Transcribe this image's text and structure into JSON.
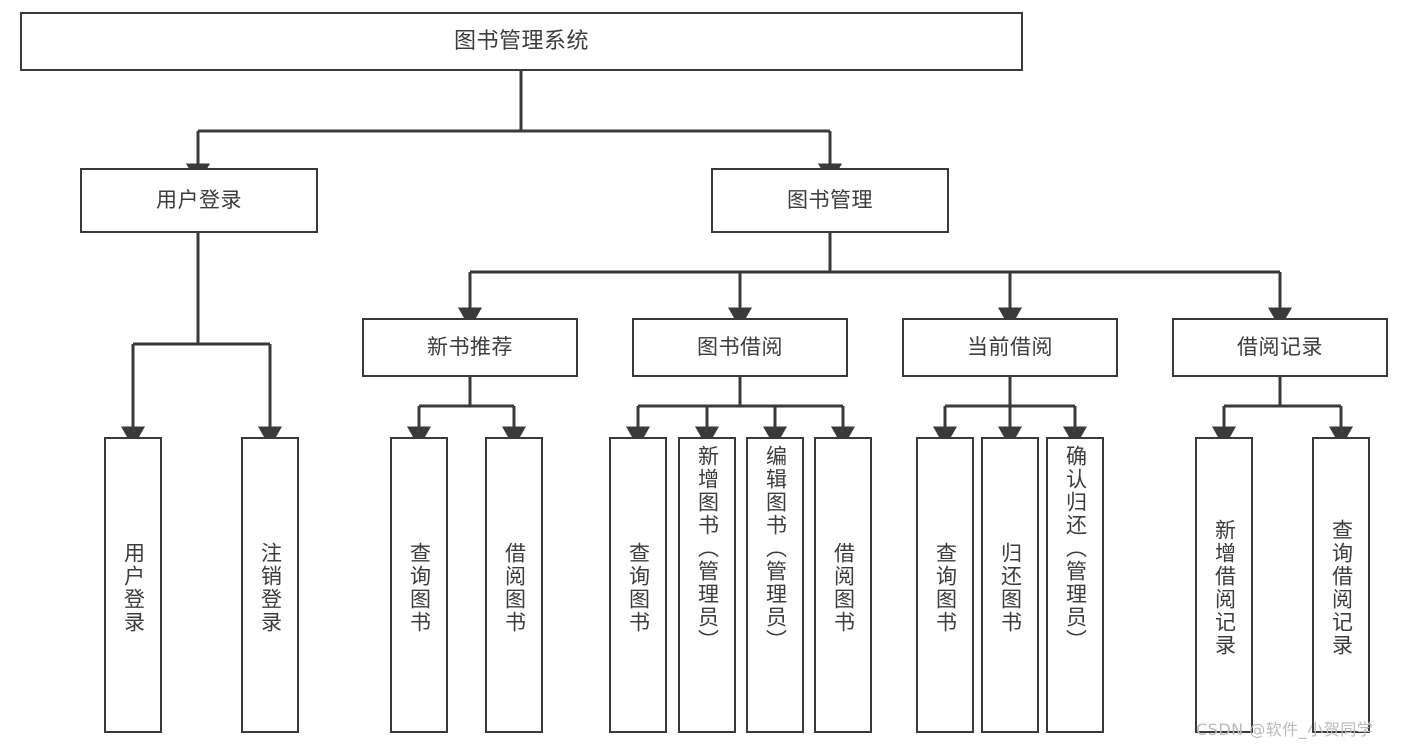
{
  "diagram": {
    "type": "tree",
    "title": "图书管理系统",
    "style": {
      "box_border_color": "#3a3a3a",
      "box_fill": "#ffffff",
      "text_color": "#3c3c3c",
      "line_color": "#3a3a3a",
      "background": "#ffffff"
    },
    "root": {
      "id": "root",
      "label": "图书管理系统",
      "orientation": "horizontal"
    },
    "level1": [
      {
        "id": "user-login",
        "label": "用户登录",
        "orientation": "horizontal"
      },
      {
        "id": "book-manage",
        "label": "图书管理",
        "orientation": "horizontal"
      }
    ],
    "level2": [
      {
        "id": "new-book-recommend",
        "label": "新书推荐",
        "parent": "book-manage",
        "orientation": "horizontal"
      },
      {
        "id": "book-borrow",
        "label": "图书借阅",
        "parent": "book-manage",
        "orientation": "horizontal"
      },
      {
        "id": "current-borrow",
        "label": "当前借阅",
        "parent": "book-manage",
        "orientation": "horizontal"
      },
      {
        "id": "borrow-record",
        "label": "借阅记录",
        "parent": "book-manage",
        "orientation": "horizontal"
      }
    ],
    "leaves": [
      {
        "id": "leaf-user-login",
        "label": "用户登录",
        "parent": "user-login",
        "orientation": "vertical"
      },
      {
        "id": "leaf-user-logout",
        "label": "注销登录",
        "parent": "user-login",
        "orientation": "vertical"
      },
      {
        "id": "leaf-query-book-1",
        "label": "查询图书",
        "parent": "new-book-recommend",
        "orientation": "vertical"
      },
      {
        "id": "leaf-borrow-book-1",
        "label": "借阅图书",
        "parent": "new-book-recommend",
        "orientation": "vertical"
      },
      {
        "id": "leaf-query-book-2",
        "label": "查询图书",
        "parent": "book-borrow",
        "orientation": "vertical"
      },
      {
        "id": "leaf-add-book",
        "label": "新增图书（管理员）",
        "parent": "book-borrow",
        "orientation": "vertical"
      },
      {
        "id": "leaf-edit-book",
        "label": "编辑图书（管理员）",
        "parent": "book-borrow",
        "orientation": "vertical"
      },
      {
        "id": "leaf-borrow-book-2",
        "label": "借阅图书",
        "parent": "book-borrow",
        "orientation": "vertical"
      },
      {
        "id": "leaf-query-book-3",
        "label": "查询图书",
        "parent": "current-borrow",
        "orientation": "vertical"
      },
      {
        "id": "leaf-return-book",
        "label": "归还图书",
        "parent": "current-borrow",
        "orientation": "vertical"
      },
      {
        "id": "leaf-confirm-return",
        "label": "确认归还（管理员）",
        "parent": "current-borrow",
        "orientation": "vertical"
      },
      {
        "id": "leaf-add-record",
        "label": "新增借阅记录",
        "parent": "borrow-record",
        "orientation": "vertical"
      },
      {
        "id": "leaf-query-record",
        "label": "查询借阅记录",
        "parent": "borrow-record",
        "orientation": "vertical"
      }
    ]
  },
  "watermark": {
    "text": "CSDN @软件_小贺同学"
  }
}
